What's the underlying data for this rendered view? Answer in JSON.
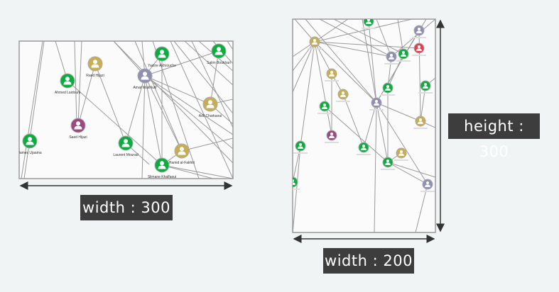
{
  "left_view": {
    "nodes": [
      {
        "label": "Raed Hijazi",
        "color": "#c8ae52"
      },
      {
        "label": "Yacine Akhrouche",
        "color": "#0aad3e"
      },
      {
        "label": "Salim Boukhari",
        "color": "#0aad3e"
      },
      {
        "label": "Ahmed Laidouni",
        "color": "#0aad3e"
      },
      {
        "label": "Amar Makhlulif",
        "color": "#8e8fb3"
      },
      {
        "label": "Adil Charkaoui",
        "color": "#c8ae52"
      },
      {
        "label": "Saed Hijazi",
        "color": "#9a4a80"
      },
      {
        "label": "James Ujaama",
        "color": "#0aad3e"
      },
      {
        "label": "Laurent Mourad",
        "color": "#0aad3e"
      },
      {
        "label": "Hamid al-Fakhiri",
        "color": "#c8ae52"
      },
      {
        "label": "Slimane Khalfaoui",
        "color": "#0aad3e"
      }
    ],
    "width_label": "width : 300"
  },
  "right_view": {
    "node_colors": [
      "#c8ae52",
      "#0aad3e",
      "#8e8fb3",
      "#e0404f",
      "#8e8fb3",
      "#0aad3e",
      "#c8ae52",
      "#c8ae52",
      "#0aad3e",
      "#0aad3e",
      "#8e8fb3",
      "#0aad3e",
      "#c8ae52",
      "#9a4a80",
      "#0aad3e",
      "#0aad3e",
      "#c8ae52",
      "#0aad3e",
      "#0aad3e",
      "#8e8fb3"
    ],
    "width_label": "width : 200",
    "height_label": "height : 300"
  }
}
